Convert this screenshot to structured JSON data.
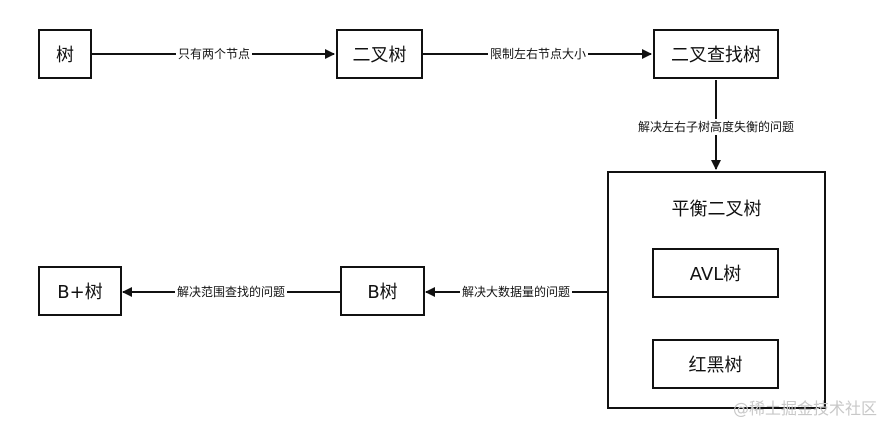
{
  "nodes": {
    "tree": "树",
    "binary_tree": "二叉树",
    "bst": "二叉查找树",
    "balanced": "平衡二叉树",
    "avl": "AVL树",
    "red_black": "红黑树",
    "b_tree": "B树",
    "b_plus_tree": "B+树"
  },
  "edges": {
    "tree_to_binary": "只有两个节点",
    "binary_to_bst": "限制左右节点大小",
    "bst_to_balanced": "解决左右子树高度失衡的问题",
    "balanced_to_btree": "解决大数据量的问题",
    "btree_to_bplus": "解决范围查找的问题"
  },
  "watermark": "@稀土掘金技术社区",
  "colors": {
    "stroke": "#111111",
    "watermark": "#c8c8c8"
  }
}
